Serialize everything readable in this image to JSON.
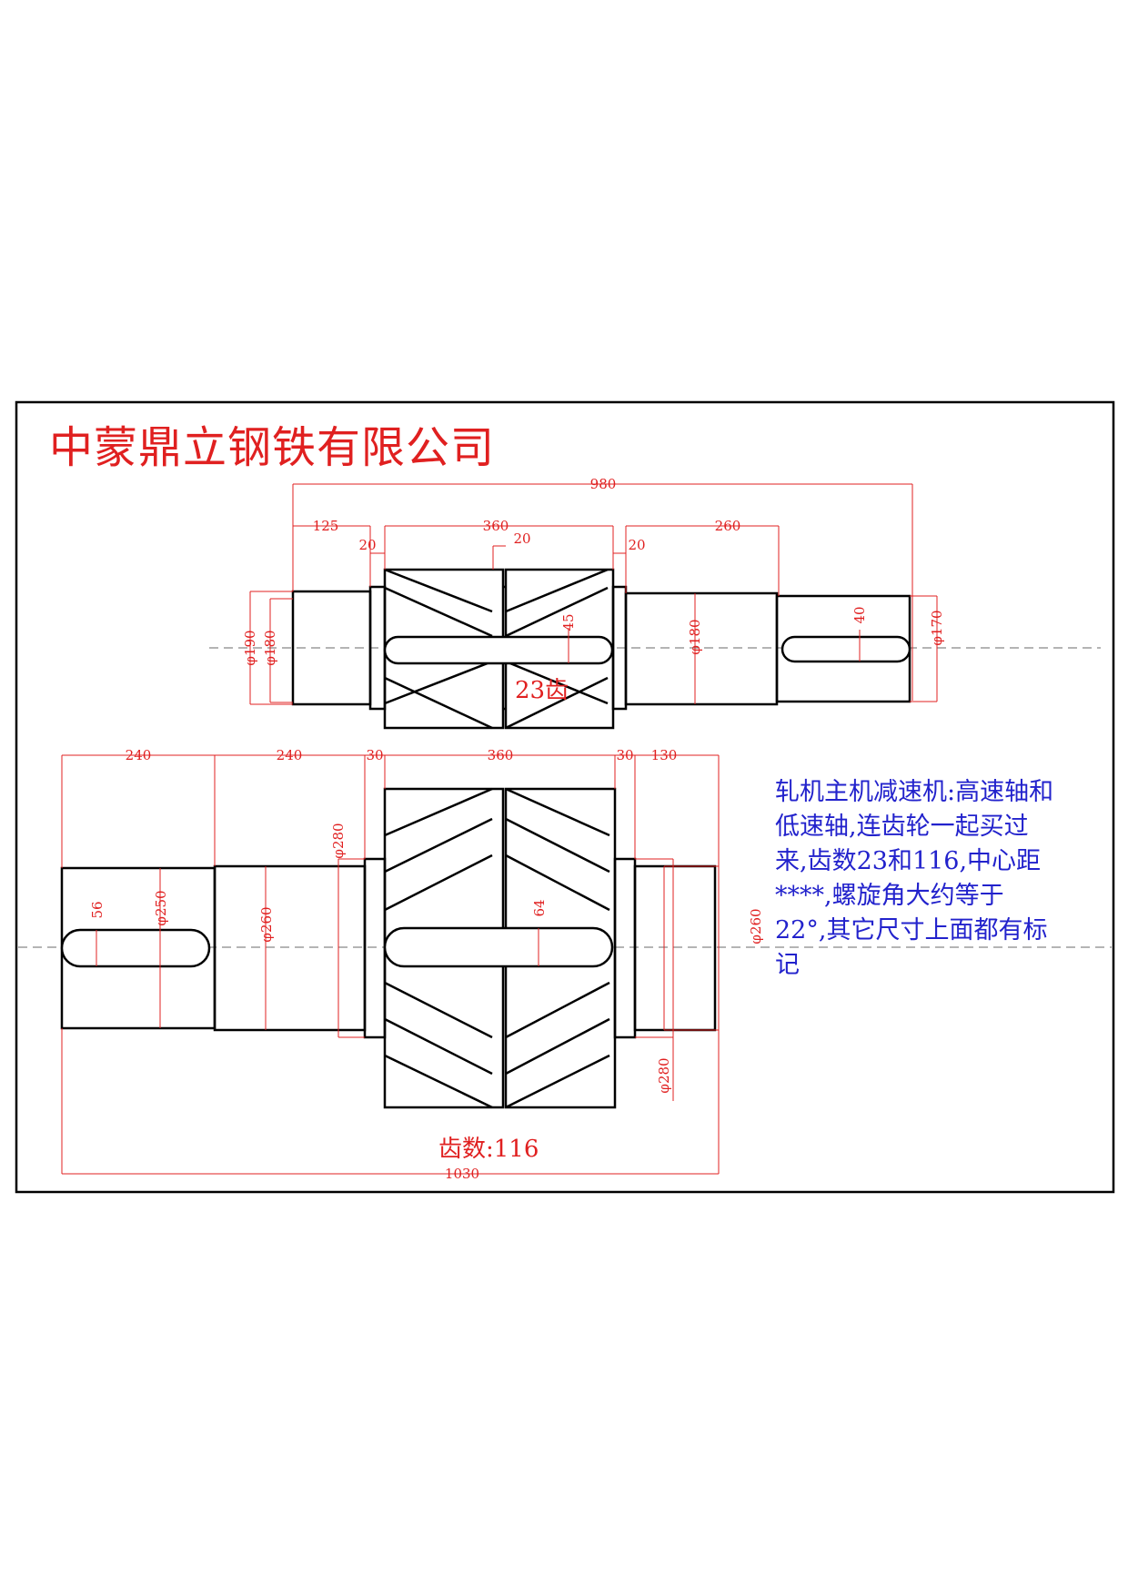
{
  "company": "中蒙鼎立钢铁有限公司",
  "note_lines": [
    "轧机主机减速机:高速轴和",
    "低速轴,连齿轮一起买过",
    "来,齿数23和116,中心距",
    "****,螺旋角大约等于",
    "22°,其它尺寸上面都有标",
    "记"
  ],
  "high_speed_shaft": {
    "teeth_label": "23齿",
    "dims": {
      "overall": "980",
      "seg_left": "125",
      "gear_width": "360",
      "seg_right": "260",
      "gap_a": "20",
      "gap_b": "20",
      "gap_c": "20",
      "dia_left_outer": "φ190",
      "dia_left_inner": "φ180",
      "dia_mid": "φ180",
      "dia_right": "φ170",
      "key_a": "45",
      "key_b": "40"
    }
  },
  "low_speed_shaft": {
    "teeth_label": "齿数:116",
    "dims": {
      "overall": "1030",
      "seg_1": "240",
      "seg_2": "240",
      "gap_left": "30",
      "gear_width": "360",
      "gap_right": "30",
      "seg_end": "130",
      "dia_end": "φ250",
      "dia_1": "φ260",
      "dia_collar_left": "φ280",
      "dia_right": "φ260",
      "dia_collar_right": "φ280",
      "key_a": "56",
      "key_b": "64"
    }
  },
  "colors": {
    "outline": "#000000",
    "dimension": "#e02020",
    "note": "#2222cc",
    "centerline": "#888888"
  }
}
